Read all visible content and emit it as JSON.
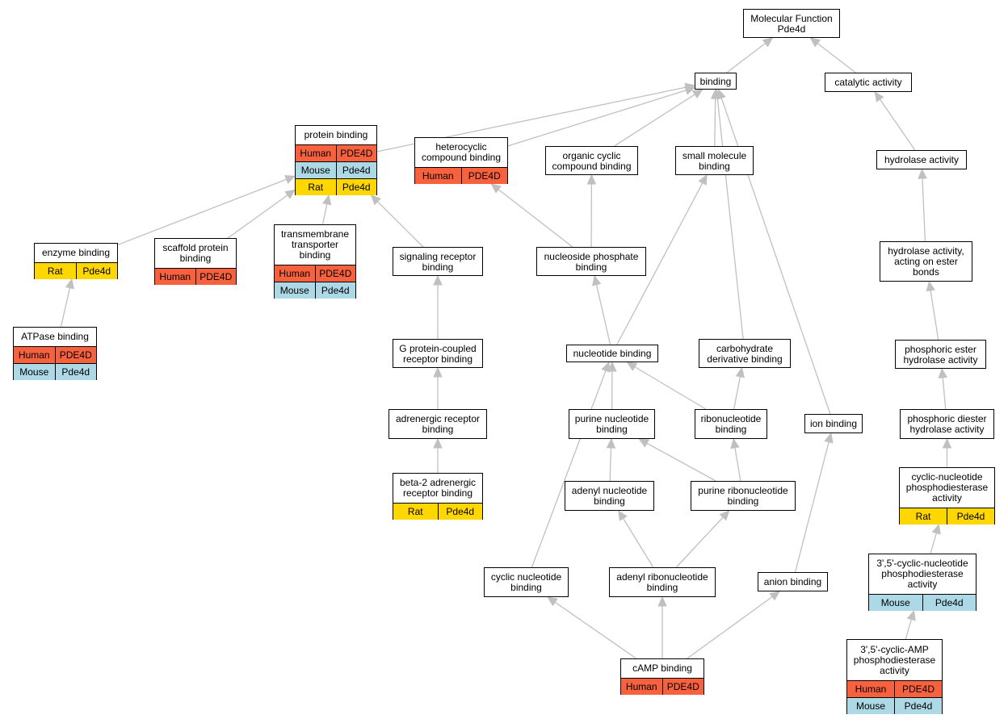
{
  "nodes": [
    {
      "id": "mf",
      "label": "Molecular Function\nPde4d",
      "rows": []
    },
    {
      "id": "binding",
      "label": "binding",
      "rows": []
    },
    {
      "id": "catalytic",
      "label": "catalytic activity",
      "rows": []
    },
    {
      "id": "protein",
      "label": "protein binding",
      "rows": [
        {
          "species": "Human",
          "gene": "PDE4D"
        },
        {
          "species": "Mouse",
          "gene": "Pde4d"
        },
        {
          "species": "Rat",
          "gene": "Pde4d"
        }
      ]
    },
    {
      "id": "hetero",
      "label": "heterocyclic\ncompound binding",
      "rows": [
        {
          "species": "Human",
          "gene": "PDE4D"
        }
      ]
    },
    {
      "id": "organic",
      "label": "organic cyclic\ncompound binding",
      "rows": []
    },
    {
      "id": "smallmol",
      "label": "small molecule\nbinding",
      "rows": []
    },
    {
      "id": "hydrolase",
      "label": "hydrolase activity",
      "rows": []
    },
    {
      "id": "enzyme",
      "label": "enzyme binding",
      "rows": [
        {
          "species": "Rat",
          "gene": "Pde4d"
        }
      ]
    },
    {
      "id": "scaffold",
      "label": "scaffold protein\nbinding",
      "rows": [
        {
          "species": "Human",
          "gene": "PDE4D"
        }
      ]
    },
    {
      "id": "transmem",
      "label": "transmembrane\ntransporter\nbinding",
      "rows": [
        {
          "species": "Human",
          "gene": "PDE4D"
        },
        {
          "species": "Mouse",
          "gene": "Pde4d"
        }
      ]
    },
    {
      "id": "signaling",
      "label": "signaling receptor\nbinding",
      "rows": []
    },
    {
      "id": "nucphos",
      "label": "nucleoside phosphate\nbinding",
      "rows": []
    },
    {
      "id": "hydester",
      "label": "hydrolase activity,\nacting on ester\nbonds",
      "rows": []
    },
    {
      "id": "atpase",
      "label": "ATPase binding",
      "rows": [
        {
          "species": "Human",
          "gene": "PDE4D"
        },
        {
          "species": "Mouse",
          "gene": "Pde4d"
        }
      ]
    },
    {
      "id": "gpcr",
      "label": "G protein-coupled\nreceptor binding",
      "rows": []
    },
    {
      "id": "nucleotide",
      "label": "nucleotide binding",
      "rows": []
    },
    {
      "id": "carbo",
      "label": "carbohydrate\nderivative binding",
      "rows": []
    },
    {
      "id": "phosester",
      "label": "phosphoric ester\nhydrolase activity",
      "rows": []
    },
    {
      "id": "adrenergic",
      "label": "adrenergic receptor\nbinding",
      "rows": []
    },
    {
      "id": "purine",
      "label": "purine nucleotide\nbinding",
      "rows": []
    },
    {
      "id": "ribonuc",
      "label": "ribonucleotide\nbinding",
      "rows": []
    },
    {
      "id": "ion",
      "label": "ion binding",
      "rows": []
    },
    {
      "id": "phosdiester",
      "label": "phosphoric diester\nhydrolase activity",
      "rows": []
    },
    {
      "id": "beta2",
      "label": "beta-2 adrenergic\nreceptor binding",
      "rows": [
        {
          "species": "Rat",
          "gene": "Pde4d"
        }
      ]
    },
    {
      "id": "adenyl",
      "label": "adenyl nucleotide\nbinding",
      "rows": []
    },
    {
      "id": "purribo",
      "label": "purine ribonucleotide\nbinding",
      "rows": []
    },
    {
      "id": "cnpde",
      "label": "cyclic-nucleotide\nphosphodiesterase\nactivity",
      "rows": [
        {
          "species": "Rat",
          "gene": "Pde4d"
        }
      ]
    },
    {
      "id": "cyclicnuc",
      "label": "cyclic nucleotide\nbinding",
      "rows": []
    },
    {
      "id": "adenylribo",
      "label": "adenyl ribonucleotide\nbinding",
      "rows": []
    },
    {
      "id": "anion",
      "label": "anion binding",
      "rows": []
    },
    {
      "id": "cn35",
      "label": "3',5'-cyclic-nucleotide\nphosphodiesterase\nactivity",
      "rows": [
        {
          "species": "Mouse",
          "gene": "Pde4d"
        }
      ]
    },
    {
      "id": "camp",
      "label": "cAMP binding",
      "rows": [
        {
          "species": "Human",
          "gene": "PDE4D"
        }
      ]
    },
    {
      "id": "camppde",
      "label": "3',5'-cyclic-AMP\nphosphodiesterase\nactivity",
      "rows": [
        {
          "species": "Human",
          "gene": "PDE4D"
        },
        {
          "species": "Mouse",
          "gene": "Pde4d"
        }
      ]
    }
  ],
  "edges": [
    [
      "binding",
      "mf"
    ],
    [
      "catalytic",
      "mf"
    ],
    [
      "protein",
      "binding"
    ],
    [
      "hetero",
      "binding"
    ],
    [
      "organic",
      "binding"
    ],
    [
      "smallmol",
      "binding"
    ],
    [
      "carbo",
      "binding"
    ],
    [
      "ion",
      "binding"
    ],
    [
      "hydrolase",
      "catalytic"
    ],
    [
      "enzyme",
      "protein"
    ],
    [
      "scaffold",
      "protein"
    ],
    [
      "transmem",
      "protein"
    ],
    [
      "signaling",
      "protein"
    ],
    [
      "nucphos",
      "hetero"
    ],
    [
      "nucphos",
      "organic"
    ],
    [
      "nucleotide",
      "smallmol"
    ],
    [
      "nucleotide",
      "nucphos"
    ],
    [
      "hydester",
      "hydrolase"
    ],
    [
      "atpase",
      "enzyme"
    ],
    [
      "gpcr",
      "signaling"
    ],
    [
      "adrenergic",
      "gpcr"
    ],
    [
      "beta2",
      "adrenergic"
    ],
    [
      "ribonuc",
      "carbo"
    ],
    [
      "purine",
      "nucleotide"
    ],
    [
      "ribonuc",
      "nucleotide"
    ],
    [
      "cyclicnuc",
      "nucleotide"
    ],
    [
      "phosester",
      "hydester"
    ],
    [
      "phosdiester",
      "phosester"
    ],
    [
      "cnpde",
      "phosdiester"
    ],
    [
      "cn35",
      "cnpde"
    ],
    [
      "camppde",
      "cn35"
    ],
    [
      "adenyl",
      "purine"
    ],
    [
      "purribo",
      "purine"
    ],
    [
      "purribo",
      "ribonuc"
    ],
    [
      "adenylribo",
      "adenyl"
    ],
    [
      "adenylribo",
      "purribo"
    ],
    [
      "camp",
      "cyclicnuc"
    ],
    [
      "camp",
      "adenylribo"
    ],
    [
      "camp",
      "anion"
    ],
    [
      "anion",
      "ion"
    ]
  ]
}
